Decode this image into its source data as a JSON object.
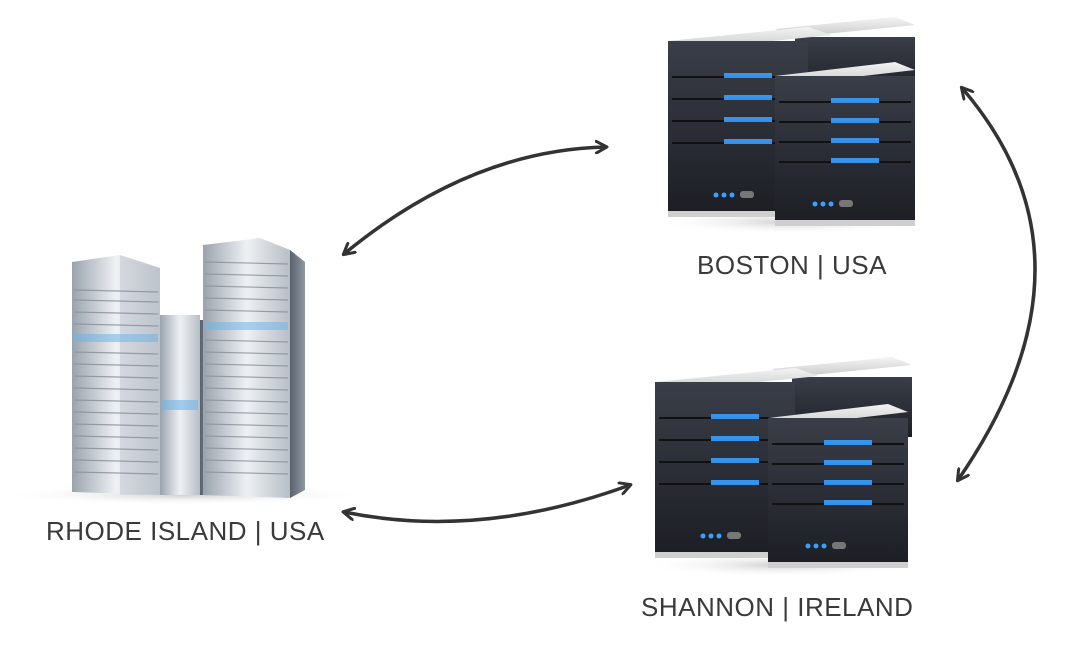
{
  "nodes": {
    "boston": {
      "label": "BOSTON | USA",
      "icon": "server-cluster-icon"
    },
    "shannon": {
      "label": "SHANNON | IRELAND",
      "icon": "server-cluster-icon"
    },
    "rhode_island": {
      "label": "RHODE ISLAND | USA",
      "icon": "datacenter-towers-icon"
    }
  },
  "links": [
    {
      "from": "rhode_island",
      "to": "boston",
      "style": "bidirectional"
    },
    {
      "from": "rhode_island",
      "to": "shannon",
      "style": "bidirectional"
    },
    {
      "from": "boston",
      "to": "shannon",
      "style": "bidirectional"
    }
  ],
  "colors": {
    "arrow": "#333333",
    "server_body": "#2b2e36",
    "server_top": "#e6e6e6",
    "led_glow": "#3aa0ff",
    "tower_face": "#d9dde2",
    "label_text": "#3a3a3a"
  }
}
